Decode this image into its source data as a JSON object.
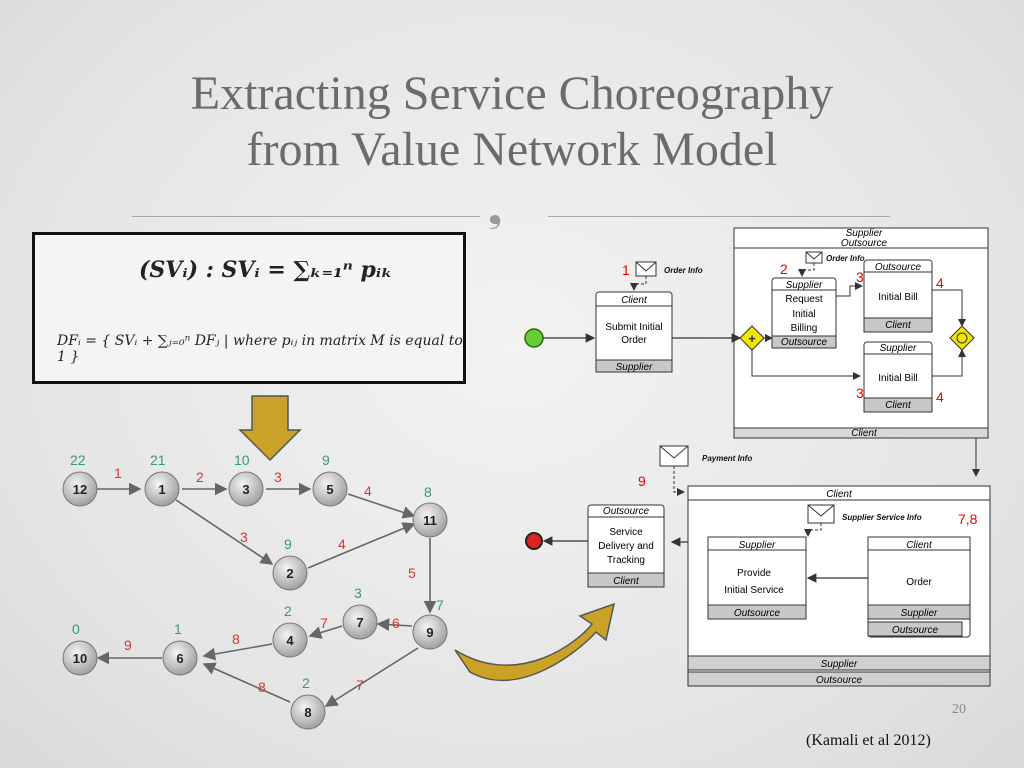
{
  "slide": {
    "title_line1": "Extracting Service Choreography",
    "title_line2": "from Value Network Model",
    "ornament": "❟",
    "page_number": "20",
    "citation": "(Kamali et al 2012)"
  },
  "formula": {
    "line1": "(SVᵢ) : SVᵢ = ∑ₖ₌₁ⁿ pᵢₖ",
    "line2": "DFᵢ = { SVᵢ + ∑ⱼ₌₀ⁿ DFⱼ | where pᵢⱼ in matrix M is equal to 1 }"
  },
  "network": {
    "nodes": [
      "12",
      "1",
      "3",
      "5",
      "11",
      "2",
      "7",
      "9",
      "4",
      "10",
      "6",
      "8"
    ],
    "values": [
      "22",
      "21",
      "10",
      "9",
      "8",
      "9",
      "3",
      "2",
      "1",
      "0",
      "2"
    ],
    "edge_labels": [
      "1",
      "2",
      "3",
      "4",
      "3",
      "4",
      "5",
      "7",
      "6",
      "7",
      "8",
      "9",
      "8",
      "7"
    ]
  },
  "top_diagram": {
    "header_lane_top": "Supplier",
    "header_lane_bottom": "Outsource",
    "step1": "1",
    "order_info": "Order Info",
    "order_info_inner": "Order Info",
    "step2": "2",
    "step3a": "3",
    "step4a": "4",
    "step3b": "3",
    "step4b": "4",
    "submit_top": "Client",
    "submit_line1": "Submit Initial",
    "submit_line2": "Order",
    "submit_bottom": "Supplier",
    "request_top": "Supplier",
    "request_line1": "Request",
    "request_line2": "Initial",
    "request_line3": "Billing",
    "request_bottom": "Outsource",
    "bill1_top": "Outsource",
    "bill1_label": "Initial Bill",
    "bill1_bottom": "Client",
    "bill2_top": "Supplier",
    "bill2_label": "Initial Bill",
    "bill2_bottom": "Client",
    "footer": "Client"
  },
  "bottom_diagram": {
    "payment_info": "Payment Info",
    "step9": "9",
    "step78": "7,8",
    "header": "Client",
    "supplier_service_info": "Supplier Service Info",
    "delivery_top": "Outsource",
    "delivery_line1": "Service",
    "delivery_line2": "Delivery and",
    "delivery_line3": "Tracking",
    "delivery_bottom": "Client",
    "provide_top": "Supplier",
    "provide_line1": "Provide",
    "provide_line2": "Initial Service",
    "provide_bottom": "Outsource",
    "order_top": "Client",
    "order_label": "Order",
    "order_bottom1": "Supplier",
    "order_bottom2": "Outsource",
    "footer_line1": "Supplier",
    "footer_line2": "Outsource"
  },
  "colors": {
    "title": "#6b6b6b",
    "red_label": "#d33333",
    "green_label": "#3a9a6a",
    "arrow_gold": "#c9a227",
    "start_event": "#66cc33",
    "end_event": "#dd2222",
    "gateway": "#f2e600"
  }
}
